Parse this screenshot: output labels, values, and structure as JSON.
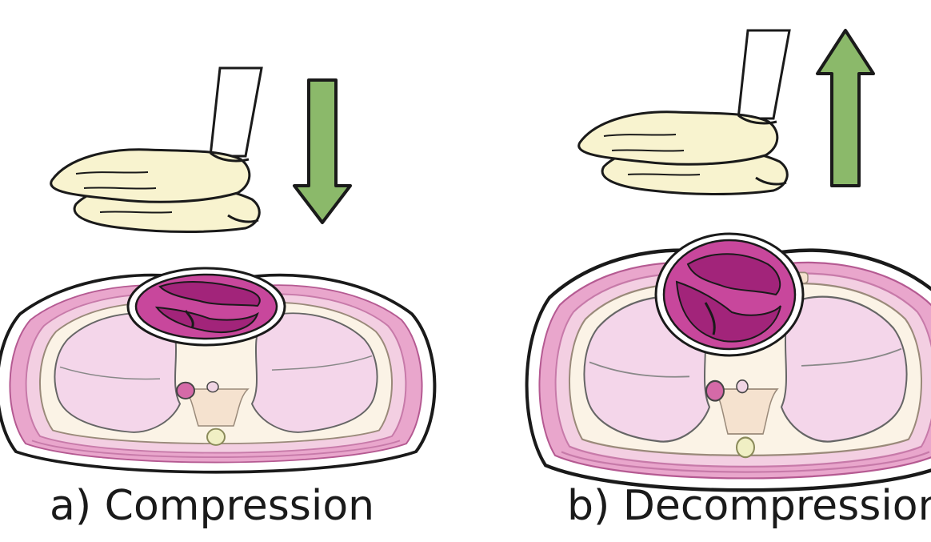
{
  "panels": [
    {
      "id": "a",
      "caption": "a) Compression",
      "arrow_direction": "down"
    },
    {
      "id": "b",
      "caption": "b) Decompression",
      "arrow_direction": "up"
    }
  ],
  "colors": {
    "arrow": "#8bb96a",
    "outline": "#1a1a1a",
    "hand": "#f8f3cf",
    "lung": "#f4d6ea",
    "heart": "#c8479c",
    "heart_chamber": "#a2247a",
    "body_wall": "#e9a6cc",
    "bone": "#f5e2cf"
  }
}
